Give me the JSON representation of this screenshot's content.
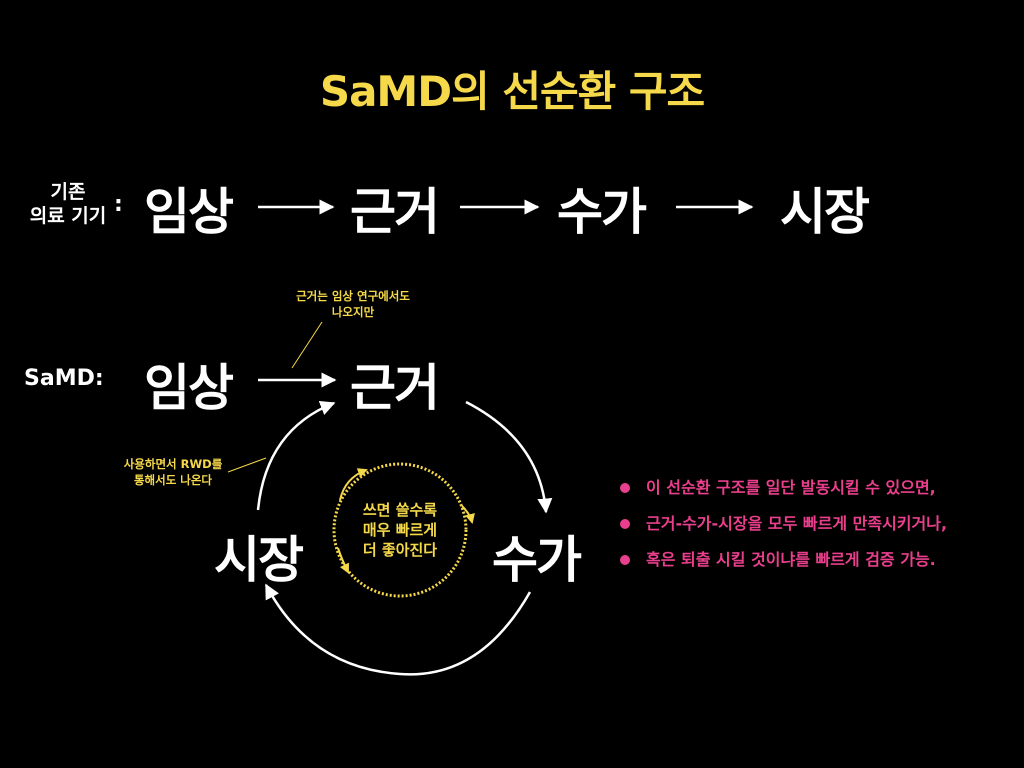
{
  "title": "SaMD의 선순환 구조",
  "row1": {
    "label_line1": "기존",
    "label_line2": "의료 기기",
    "colon": ":",
    "steps": [
      "임상",
      "근거",
      "수가",
      "시장"
    ]
  },
  "row2": {
    "label": "SaMD:",
    "step_clinical": "임상",
    "step_evidence": "근거",
    "step_reimbursement": "수가",
    "step_market": "시장"
  },
  "notes": {
    "evidence_line1": "근거는 임상 연구에서도",
    "evidence_line2": "나오지만",
    "rwd_line1": "사용하면서 RWD를",
    "rwd_line2": "통해서도 나온다"
  },
  "center": {
    "line1": "쓰면 쓸수록",
    "line2": "매우 빠르게",
    "line3": "더 좋아진다"
  },
  "bullets": [
    "이 선순환 구조를 일단 발동시킬 수 있으면,",
    "근거-수가-시장을 모두 빠르게 만족시키거나,",
    "혹은 퇴출 시킬 것이냐를 빠르게 검증 가능."
  ],
  "colors": {
    "background": "#000000",
    "title": "#f5d94a",
    "notes": "#f5d94a",
    "bullets": "#e93f8c",
    "text": "#ffffff"
  }
}
